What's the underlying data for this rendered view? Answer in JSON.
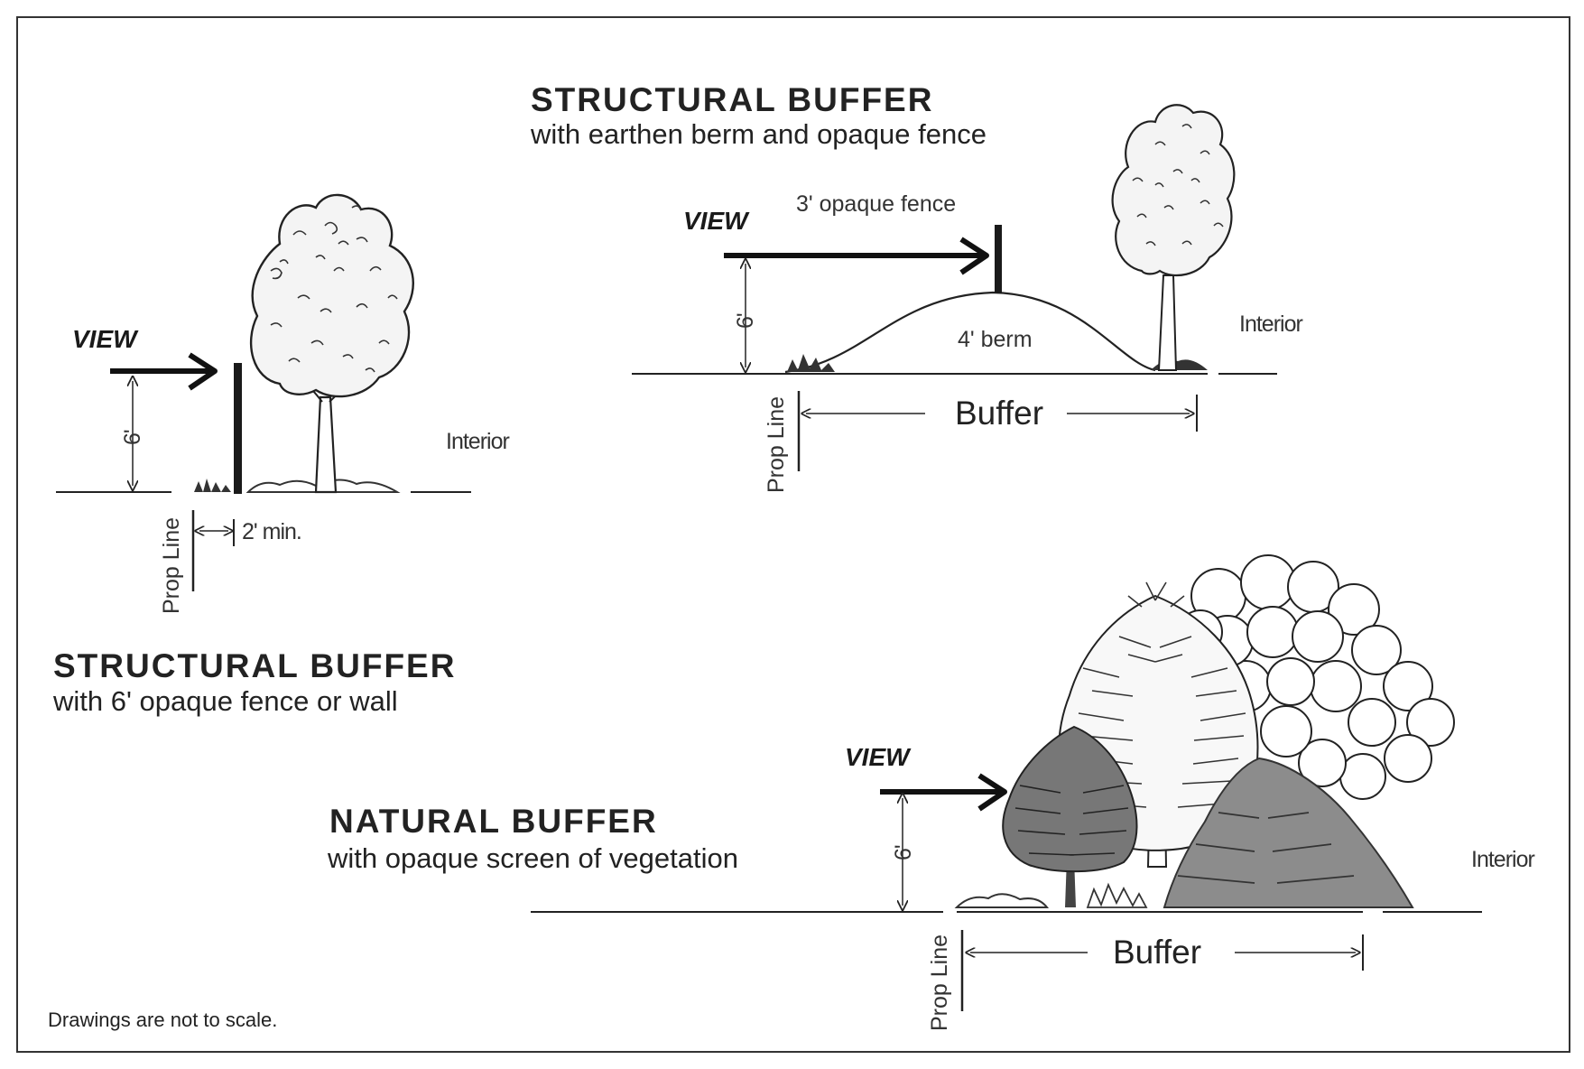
{
  "left": {
    "title": "STRUCTURAL BUFFER",
    "subtitle": "with 6' opaque fence or wall",
    "view_label": "VIEW",
    "height_label": "6'",
    "interior_label": "Interior",
    "prop_line_label": "Prop Line",
    "min_label": "2' min."
  },
  "top": {
    "title": "STRUCTURAL BUFFER",
    "subtitle": "with earthen berm and opaque fence",
    "view_label": "VIEW",
    "fence_label": "3' opaque fence",
    "height_label": "6'",
    "berm_label": "4' berm",
    "interior_label": "Interior",
    "prop_line_label": "Prop Line",
    "buffer_label": "Buffer"
  },
  "bottom": {
    "title": "NATURAL BUFFER",
    "subtitle": "with opaque screen of vegetation",
    "view_label": "VIEW",
    "height_label": "6'",
    "interior_label": "Interior",
    "prop_line_label": "Prop Line",
    "buffer_label": "Buffer"
  },
  "footer_note": "Drawings are not to scale."
}
